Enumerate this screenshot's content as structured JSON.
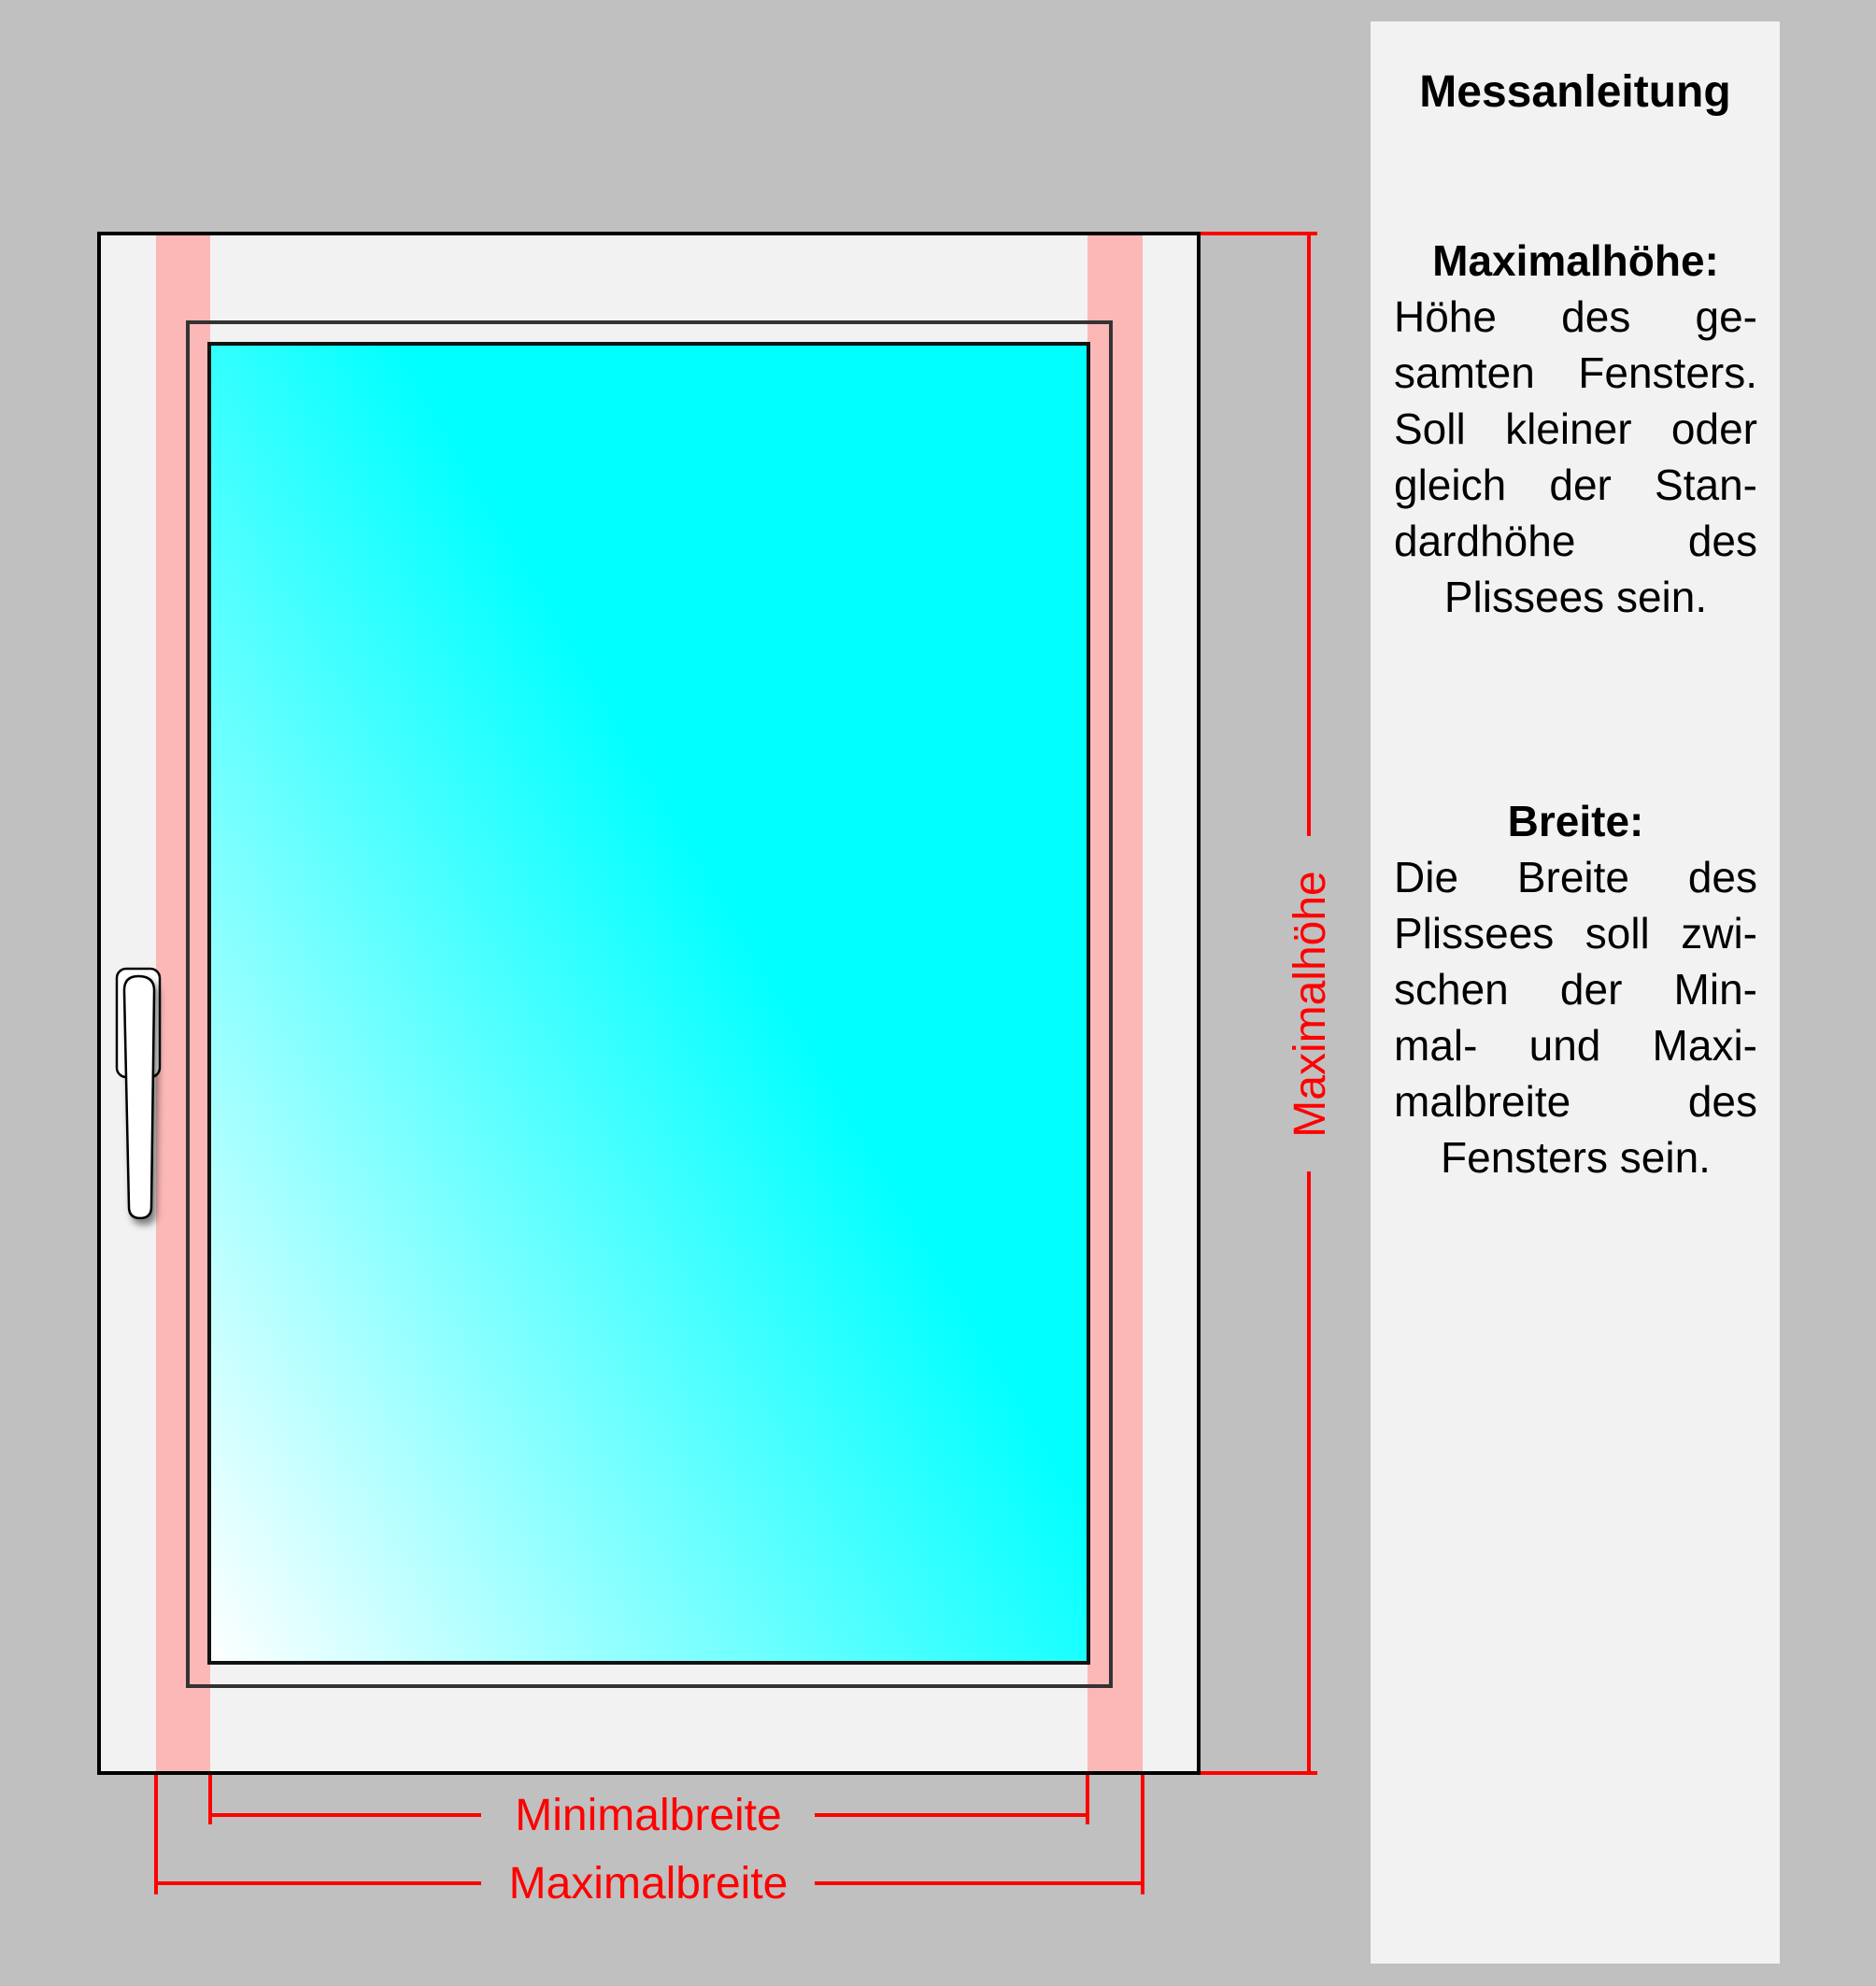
{
  "panel": {
    "title": "Messanleitung",
    "sections": [
      {
        "heading": "Maximalhöhe:",
        "lines": [
          "Höhe des ge-",
          "samten Fensters.",
          "Soll kleiner oder",
          "gleich der Stan-",
          "dardhöhe des",
          "Plissees sein."
        ]
      },
      {
        "heading": "Breite:",
        "lines": [
          "Die Breite des",
          "Plissees soll zwi-",
          "schen der Min-",
          "mal- und Maxi-",
          "malbreite des",
          "Fensters sein."
        ]
      }
    ]
  },
  "labels": {
    "min_width": "Minimalbreite",
    "max_width": "Maximalbreite",
    "max_height": "Maximalhöhe"
  },
  "colors": {
    "measure": "#ff0000",
    "strip": "#fbb8b6",
    "glass": "#00ffff",
    "background": "#c0c0c0"
  }
}
